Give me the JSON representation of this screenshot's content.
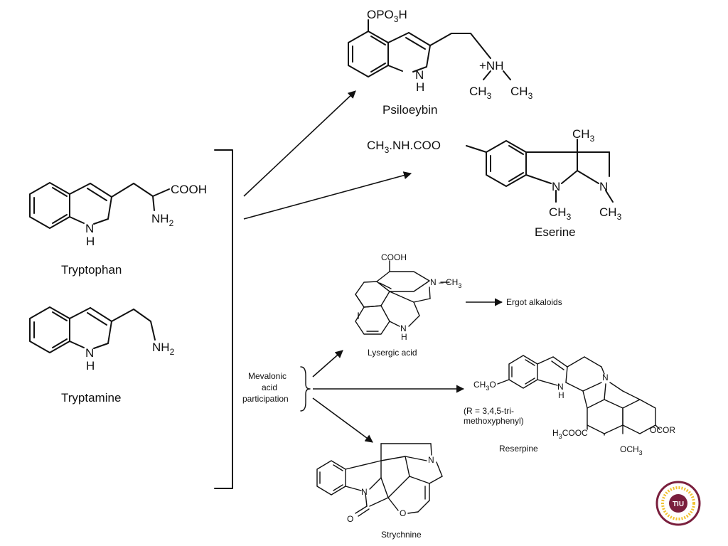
{
  "compounds": {
    "tryptophan": {
      "name": "Tryptophan",
      "cooh": "COOH",
      "nh2": "NH",
      "nh2_sub": "2",
      "nh": "N",
      "h": "H"
    },
    "tryptamine": {
      "name": "Tryptamine",
      "nh2": "NH",
      "nh2_sub": "2",
      "nh": "N",
      "h": "H"
    },
    "psiloeybin": {
      "name": "Psiloeybin",
      "opo3h_a": "OPO",
      "opo3h_sub": "3",
      "opo3h_b": "H",
      "nh_plus": "+NH",
      "ch3": "CH",
      "ch3_sub": "3",
      "nh": "N",
      "h": "H"
    },
    "eserine": {
      "name": "Eserine",
      "ester_a": "CH",
      "ester_sub": "3",
      "ester_b": ".NH.COO",
      "ch3": "CH",
      "ch3_sub": "3",
      "n": "N"
    },
    "lysergic_acid": {
      "name": "Lysergic acid",
      "cooh": "COOH",
      "n": "N",
      "nme": "– CH",
      "nme_sub": "3",
      "nh": "N",
      "h": "H"
    },
    "reserpine": {
      "name": "Reserpine",
      "ch3o_a": "CH",
      "ch3o_sub": "3",
      "ch3o_b": "O",
      "nh": "N",
      "h": "H",
      "n": "N",
      "ester_a": "H",
      "ester_sub": "3",
      "ester_b": "COOC",
      "ocor": "OCOR",
      "och3_a": "OCH",
      "och3_sub": "3",
      "r_note_1": "(R = 3,4,5-tri-",
      "r_note_2": "methoxyphenyl)"
    },
    "strychnine": {
      "name": "Strychnine",
      "n": "N",
      "o": "O"
    }
  },
  "ergot": "Ergot alkaloids",
  "mevalonic": [
    "Mevalonic",
    "acid",
    "participation"
  ],
  "logo": {
    "text": "TIU",
    "color": "#7a1f3d",
    "ray_color": "#f2c230"
  }
}
